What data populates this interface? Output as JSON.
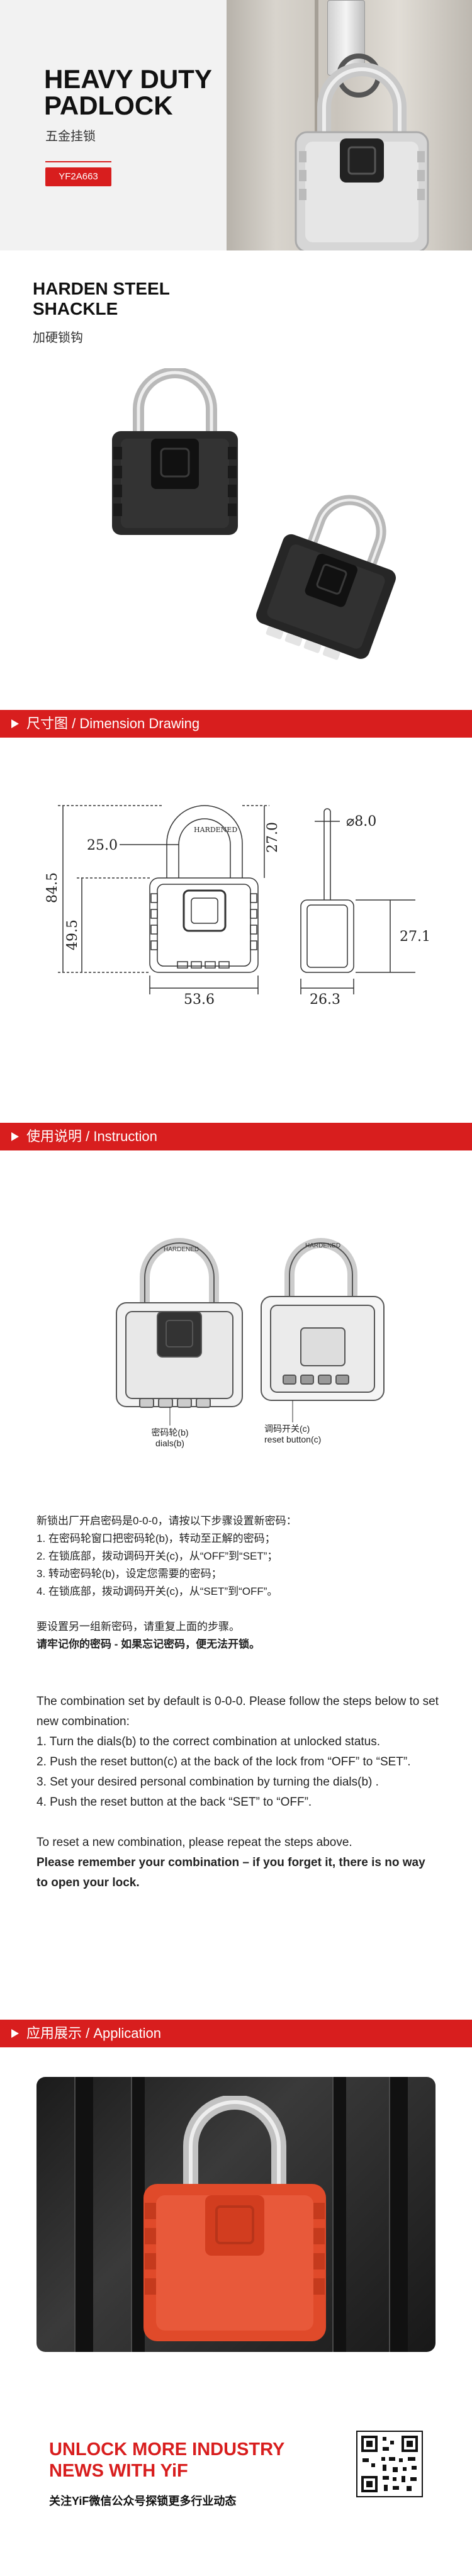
{
  "hero": {
    "title_line1": "HEAVY DUTY",
    "title_line2": "PADLOCK",
    "subtitle_cn": "五金挂锁",
    "model_tag": "YF2A663"
  },
  "feature": {
    "title_line1": "HARDEN STEEL",
    "title_line2": "SHACKLE",
    "subtitle_cn": "加硬锁钩"
  },
  "sections": {
    "dimension": "尺寸图 / Dimension Drawing",
    "instruction": "使用说明 / Instruction",
    "application": "应用展示 / Application"
  },
  "dimension": {
    "brand_engraving": "HARDENED",
    "values": {
      "shackle_clearance": "25.0",
      "shackle_height": "27.0",
      "total_height": "84.5",
      "body_height": "49.5",
      "width": "53.6",
      "shackle_diameter": "⌀8.0",
      "depth_shackle": "27.1",
      "depth_body": "26.3"
    }
  },
  "instruction_figure": {
    "label_dials_cn": "密码轮(b)",
    "label_dials_en": "dials(b)",
    "label_reset_cn": "调码开关(c)",
    "label_reset_en": "reset button(c)",
    "engraving": "HARDENED"
  },
  "instructions_cn": {
    "intro": "新锁出厂开启密码是0-0-0，请按以下步骤设置新密码：",
    "steps": [
      "1.   在密码轮窗口把密码轮(b)，转动至正解的密码；",
      "2.   在锁底部，拨动调码开关(c)，从“OFF”到“SET”；",
      "3.   转动密码轮(b)，设定您需要的密码；",
      "4.   在锁底部，拨动调码开关(c)，从“SET”到“OFF”。"
    ],
    "reset": "要设置另一组新密码，请重复上面的步骤。",
    "warning": "请牢记你的密码 - 如果忘记密码，便无法开锁。"
  },
  "instructions_en": {
    "intro": "The combination set by default is 0-0-0. Please follow the steps below to set new combination:",
    "steps": [
      "1. Turn the dials(b) to the correct combination at unlocked status.",
      "2. Push the reset button(c) at the back of the lock from “OFF” to “SET”.",
      "3. Set your desired personal combination by turning the dials(b) .",
      "4. Push the reset button at the back “SET” to “OFF”."
    ],
    "reset": "To reset a new combination, please repeat the steps above.",
    "warning": "Please remember your combination – if you forget it, there is no way to open your lock."
  },
  "footer": {
    "title_line1": "UNLOCK MORE INDUSTRY",
    "title_line2": "NEWS WITH YiF",
    "subtitle": "关注YiF微信公众号探锁更多行业动态"
  },
  "colors": {
    "accent": "#d81e1e",
    "lock_red": "#e04a2a"
  }
}
